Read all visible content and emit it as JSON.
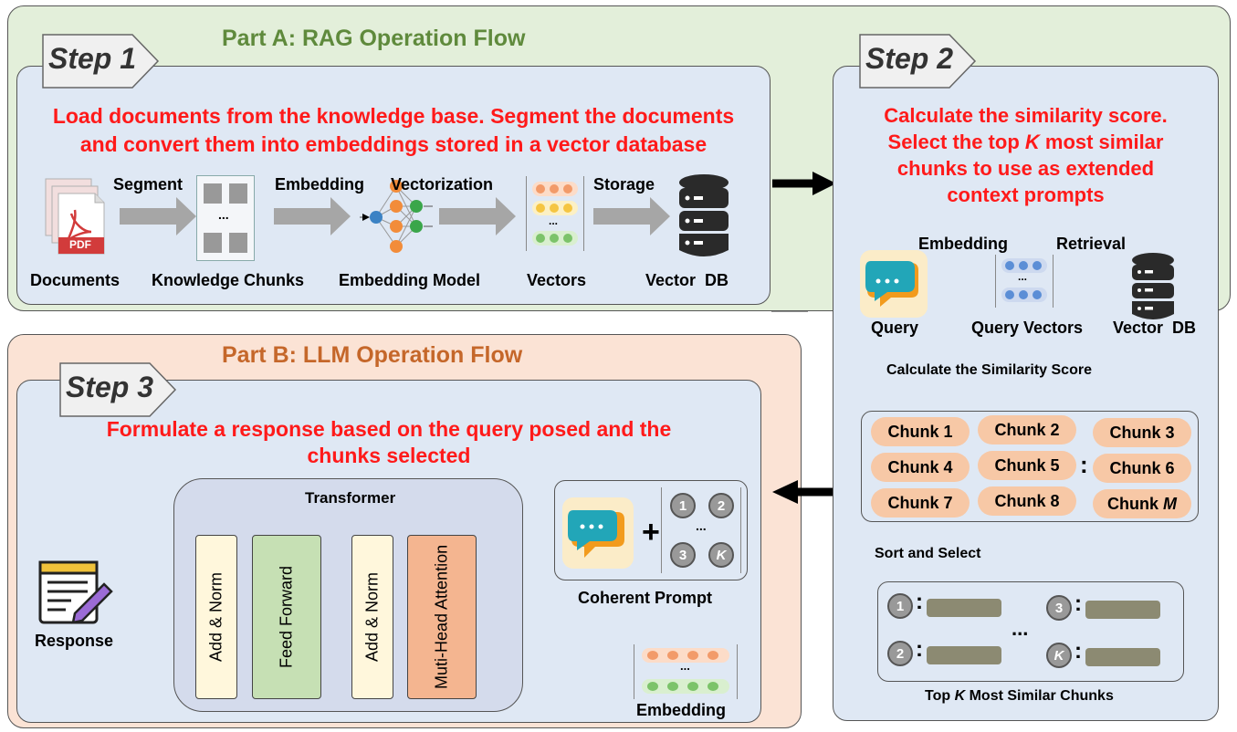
{
  "part_a": {
    "title": "Part A: RAG Operation Flow",
    "step1": {
      "tag": "Step 1",
      "description_line1": "Load documents from the knowledge base. Segment the documents",
      "description_line2": "and convert them into embeddings stored in a vector database",
      "arrow_labels": [
        "Segment",
        "Embedding",
        "Vectorization",
        "Storage"
      ],
      "items": [
        "Documents",
        "Knowledge Chunks",
        "Embedding Model",
        "Vectors",
        "Vector  DB"
      ],
      "pdf_label": "PDF",
      "dots": "..."
    }
  },
  "step2": {
    "tag": "Step 2",
    "description_lines": [
      "Calculate the similarity score.",
      "Select the top ",
      "K",
      " most similar",
      "chunks to use as extended",
      "context prompts"
    ],
    "arrow_labels": [
      "Embedding",
      "Retrieval"
    ],
    "items": [
      "Query",
      "Query Vectors",
      "Vector  DB"
    ],
    "similarity_label": "Calculate the Similarity Score",
    "chunks": [
      "Chunk 1",
      "Chunk 2",
      "Chunk 3",
      "Chunk 4",
      "Chunk 5",
      "Chunk 6",
      "Chunk 7",
      "Chunk 8",
      "Chunk "
    ],
    "chunk_m": "M",
    "colon": ":",
    "sort_label": "Sort and Select",
    "top_k_prefix": "Top ",
    "top_k_k": "K",
    "top_k_suffix": " Most Similar Chunks",
    "badges": [
      "1",
      "2",
      "3",
      "K"
    ],
    "ellipsis": "..."
  },
  "part_b": {
    "title": "Part B: LLM Operation Flow",
    "step3": {
      "tag": "Step 3",
      "description_line1": "Formulate a response based on the query posed and the",
      "description_line2": "chunks selected",
      "transformer_title": "Transformer",
      "blocks": [
        "Add & Norm",
        "Feed Forward",
        "Add & Norm",
        "Muti-Head Attention"
      ],
      "response_label": "Response",
      "coherent_prompt": "Coherent Prompt",
      "embedding_label": "Embedding",
      "plus": "+",
      "badges": [
        "1",
        "2",
        "3",
        "K"
      ],
      "dots": "..."
    }
  },
  "colors": {
    "part_a_bg": "#e3efda",
    "part_b_bg": "#fbe3d5",
    "inner_bg": "#dfe8f4",
    "red_text": "#ff1a1a",
    "part_a_title": "#5f8a3c",
    "part_b_title": "#c5672a",
    "chunk_pill": "#f7c8a6",
    "arrow_grey": "#a6a6a6"
  }
}
